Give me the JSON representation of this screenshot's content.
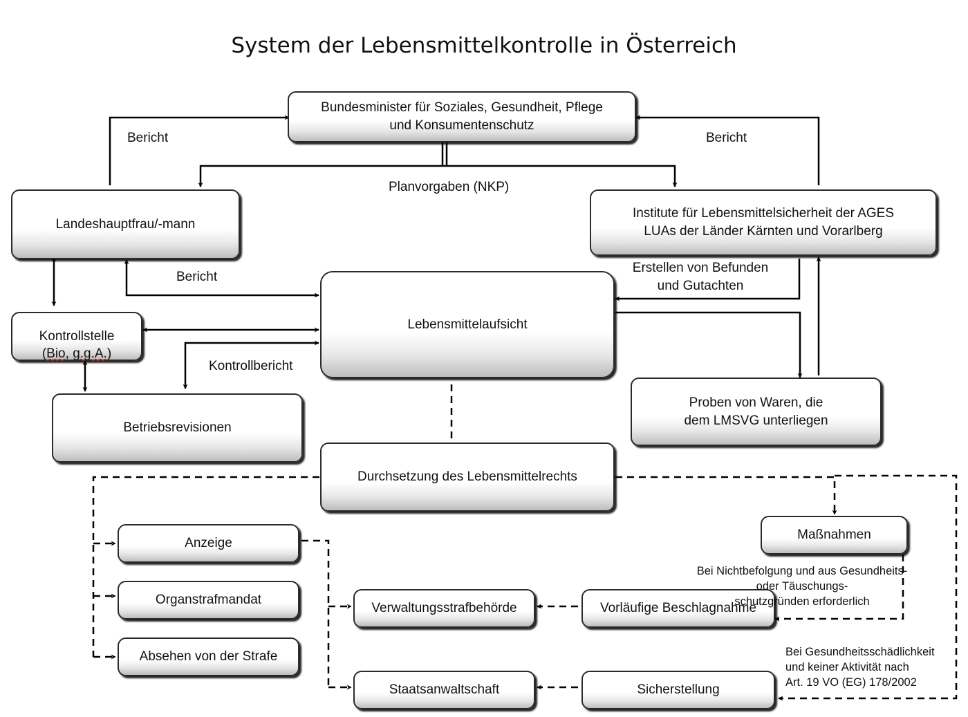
{
  "title": "System der Lebensmittelkontrolle in Österreich",
  "boxes": {
    "ministry": "Bundesminister für Soziales, Gesundheit, Pflege\nund Konsumentenschutz",
    "governor": "Landeshauptfrau/-mann",
    "ages": "Institute für Lebensmittelsicherheit der AGES\nLUAs der Länder Kärnten und Vorarlberg",
    "food_inspection": "Lebensmittelaufsicht",
    "control_body": "Kontrollstelle",
    "control_body_bio": "Bio",
    "control_body_gga": "g.g.A.",
    "operations_audit": "Betriebsrevisionen",
    "samples": "Proben von Waren, die\ndem LMSVG unterliegen",
    "enforcement": "Durchsetzung des Lebensmittelrechts",
    "measures": "Maßnahmen",
    "complaint": "Anzeige",
    "on_the_spot_fine": "Organstrafmandat",
    "waiver": "Absehen von der Strafe",
    "admin_penalty_authority": "Verwaltungsstrafbehörde",
    "provisional_seizure": "Vorläufige Beschlagnahme",
    "public_prosecutor": "Staatsanwaltschaft",
    "safekeeping": "Sicherstellung"
  },
  "labels": {
    "report_left": "Bericht",
    "report_right": "Bericht",
    "plan_targets": "Planvorgaben (NKP)",
    "report_mid": "Bericht",
    "findings": "Erstellen von Befunden\nund Gutachten",
    "control_report": "Kontrollbericht",
    "non_compliance": "Bei Nichtbefolgung und aus Gesundheits-\noder Täuschungs-\nschutzgründen erforderlich",
    "health_hazard": "Bei Gesundheitsschädlichkeit\nund keiner Aktivität nach\nArt. 19 VO (EG) 178/2002"
  }
}
